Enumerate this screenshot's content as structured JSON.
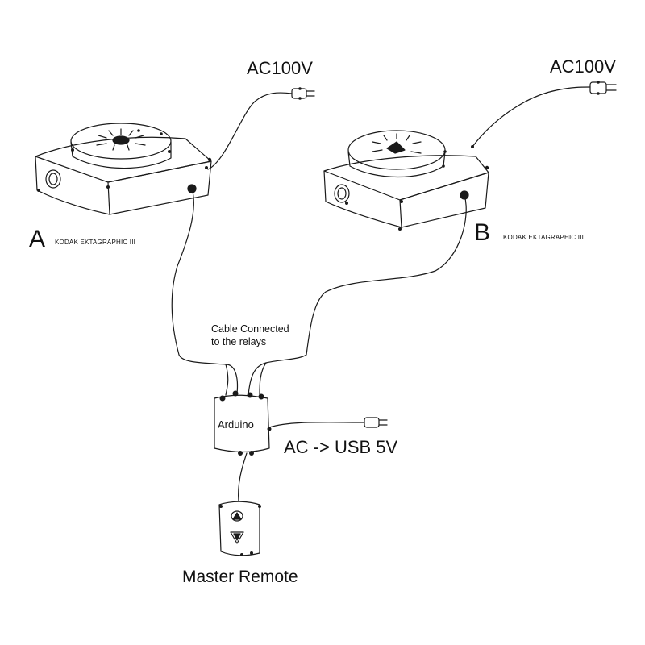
{
  "projector_a": {
    "letter": "A",
    "model": "KODAK EKTAGRAPHIC III",
    "power": "AC100V"
  },
  "projector_b": {
    "letter": "B",
    "model": "KODAK EKTAGRAPHIC III",
    "power": "AC100V"
  },
  "relay_note": {
    "line1": "Cable Connected",
    "line2": "to the relays"
  },
  "controller": {
    "label": "Arduino",
    "power": "AC -> USB 5V"
  },
  "remote": {
    "label": "Master Remote"
  }
}
